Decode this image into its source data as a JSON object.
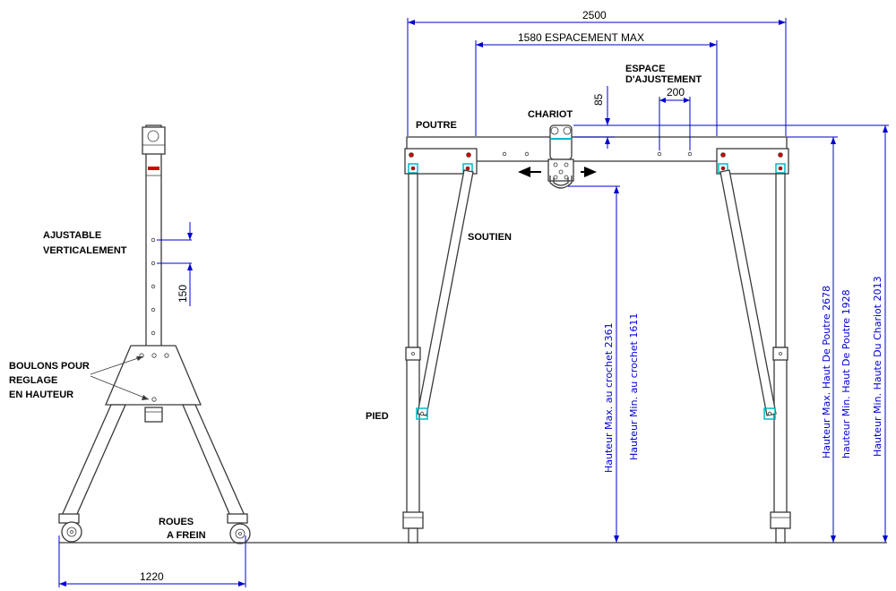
{
  "dimensions": {
    "total_width": "2500",
    "spacing_max": "1580 ESPACEMENT MAX",
    "adjust_space": "200",
    "vertical_85": "85",
    "vertical_150": "150",
    "base_width": "1220",
    "hook_max": "Hauteur Max. au crochet 2361",
    "hook_min": "Hauteur Min. au crochet 1611",
    "beam_max": "Hauteur Max. Haut De Poutre 2678",
    "beam_min": "hauteur Min. Haut De Poutre 1928",
    "trolley_min": "Hauteur Min. Haute Du Chariot 2013"
  },
  "labels": {
    "espace_line1": "ESPACE",
    "espace_line2": "D'AJUSTEMENT",
    "chariot": "CHARIOT",
    "poutre": "POUTRE",
    "soutien": "SOUTIEN",
    "pied": "PIED",
    "ajustable_line1": "AJUSTABLE",
    "ajustable_line2": "VERTICALEMENT",
    "boulons_line1": "BOULONS POUR",
    "boulons_line2": "REGLAGE",
    "boulons_line3": "EN HAUTEUR",
    "roues_line1": "ROUES",
    "roues_line2": "A FREIN"
  },
  "colors": {
    "dimension_line": "#0000d0",
    "structure_line": "#3a3a3a",
    "highlight": "#00b8c8",
    "marker": "#d00000"
  }
}
